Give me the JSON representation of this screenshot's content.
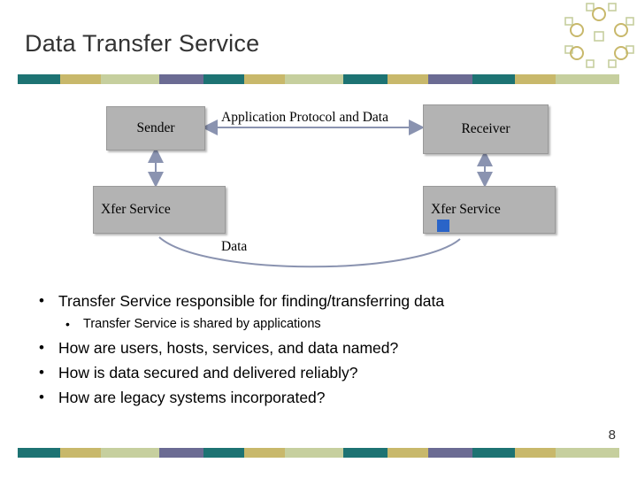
{
  "slide": {
    "title": "Data Transfer Service",
    "page_number": "8"
  },
  "diagram": {
    "sender_label": "Sender",
    "receiver_label": "Receiver",
    "xfer_left_label": "Xfer Service",
    "xfer_right_label": "Xfer Service",
    "protocol_label": "Application Protocol and Data",
    "data_label": "Data",
    "box_fill": "#b3b3b3",
    "arrow_color": "#8a93b0",
    "marker_color": "#2a64c8"
  },
  "bullets": [
    {
      "level": 1,
      "text": "Transfer Service responsible for finding/transferring data"
    },
    {
      "level": 2,
      "text": "Transfer Service is shared by applications"
    },
    {
      "level": 1,
      "text": "How are users, hosts, services, and data named?"
    },
    {
      "level": 1,
      "text": "How is data secured and delivered reliably?"
    },
    {
      "level": 1,
      "text": "How are legacy systems incorporated?"
    }
  ],
  "top_bar_segments": [
    {
      "color": "#1d7373",
      "width": 48
    },
    {
      "color": "#c8b86b",
      "width": 46
    },
    {
      "color": "#c6cf9e",
      "width": 66
    },
    {
      "color": "#6b6b93",
      "width": 50
    },
    {
      "color": "#1d7373",
      "width": 46
    },
    {
      "color": "#c8b86b",
      "width": 46
    },
    {
      "color": "#c6cf9e",
      "width": 66
    },
    {
      "color": "#1d7373",
      "width": 50
    },
    {
      "color": "#c8b86b",
      "width": 46
    },
    {
      "color": "#6b6b93",
      "width": 50
    },
    {
      "color": "#1d7373",
      "width": 48
    },
    {
      "color": "#c8b86b",
      "width": 46
    },
    {
      "color": "#c6cf9e",
      "width": 72
    }
  ],
  "bottom_bar_segments": [
    {
      "color": "#1d7373",
      "width": 48
    },
    {
      "color": "#c8b86b",
      "width": 46
    },
    {
      "color": "#c6cf9e",
      "width": 66
    },
    {
      "color": "#6b6b93",
      "width": 50
    },
    {
      "color": "#1d7373",
      "width": 46
    },
    {
      "color": "#c8b86b",
      "width": 46
    },
    {
      "color": "#c6cf9e",
      "width": 66
    },
    {
      "color": "#1d7373",
      "width": 50
    },
    {
      "color": "#c8b86b",
      "width": 46
    },
    {
      "color": "#6b6b93",
      "width": 50
    },
    {
      "color": "#1d7373",
      "width": 48
    },
    {
      "color": "#c8b86b",
      "width": 46
    },
    {
      "color": "#c6cf9e",
      "width": 72
    }
  ],
  "corner_motif": {
    "circle_color": "#c8b86b",
    "square_color": "#c6cf9e"
  }
}
